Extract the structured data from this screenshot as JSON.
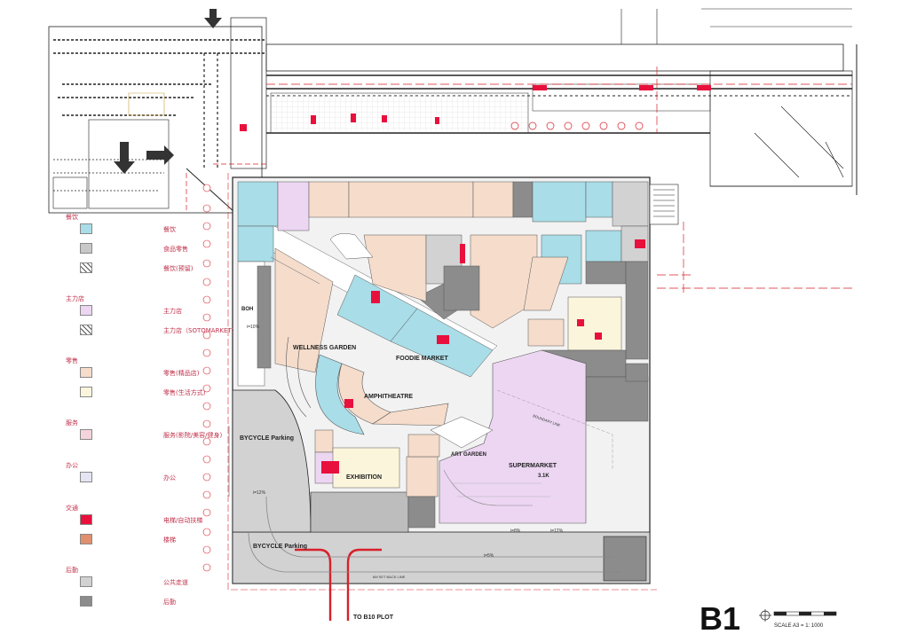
{
  "title": "B1",
  "scale": "SCALE A3 = 1: 1000",
  "labels": {
    "wellness_garden": "WELLNESS GARDEN",
    "foodie_market": "FOODIE MARKET",
    "amphitheatre": "AMPHITHEATRE",
    "supermarket": "SUPERMARKET",
    "supermarket_area": "3.1K",
    "art_garden": "ART GARDEN",
    "exhibition": "EXHIBITION",
    "bicycle_parking_top": "BYCYCLE Parking",
    "bicycle_parking_bottom": "BYCYCLE Parking",
    "boh": "BOH",
    "to_b10": "TO B10 PLOT",
    "boundary_line": "BOUNDARY LINE",
    "setback_line": "6M SET BACK LINE",
    "slope_1": "i=10%",
    "slope_2": "i=12%",
    "slope_3": "i=8%",
    "slope_4": "i=5%",
    "slope_5": "i=12%"
  },
  "legend": {
    "groups": [
      {
        "head": "餐饮",
        "items": [
          {
            "label": "餐饮",
            "color": "#a9dde8",
            "hatch": false
          },
          {
            "label": "食品零售",
            "color": "#c8c8c8",
            "hatch": false
          },
          {
            "label": "餐饮(预留)",
            "color": "#ffffff",
            "hatch": true
          }
        ]
      },
      {
        "head": "主力店",
        "items": [
          {
            "label": "主力店",
            "color": "#ecd6f2",
            "hatch": false
          },
          {
            "label": "主力店（SOTOMARKET）",
            "color": "#ffffff",
            "hatch": true
          }
        ]
      },
      {
        "head": "零售",
        "items": [
          {
            "label": "零售(精品店)",
            "color": "#f5dccb",
            "hatch": false
          },
          {
            "label": "零售(生活方式)",
            "color": "#fbf5dc",
            "hatch": false
          }
        ]
      },
      {
        "head": "服务",
        "items": [
          {
            "label": "服务(影院/美容/健身)",
            "color": "#f4d4dc",
            "hatch": false
          }
        ]
      },
      {
        "head": "办公",
        "items": [
          {
            "label": "办公",
            "color": "#e4e4f4",
            "hatch": false
          }
        ]
      },
      {
        "head": "交通",
        "items": [
          {
            "label": "电梯/自动扶梯",
            "color": "#e8103c",
            "hatch": false
          },
          {
            "label": "楼梯",
            "color": "#e08f6f",
            "hatch": false
          }
        ]
      },
      {
        "head": "后勤",
        "items": [
          {
            "label": "公共走道",
            "color": "#d2d2d2",
            "hatch": false
          },
          {
            "label": "后勤",
            "color": "#8c8c8c",
            "hatch": false
          }
        ]
      }
    ]
  },
  "colors": {
    "fnb": "#a9dde8",
    "anchor": "#ecd6f2",
    "retail": "#f5dccb",
    "service": "#f4d4dc",
    "boh": "#8c8c8c",
    "corridor": "#d2d2d2",
    "vertical": "#e8103c",
    "exhibition": "#fbf5dc",
    "redline": "#d8202a"
  }
}
